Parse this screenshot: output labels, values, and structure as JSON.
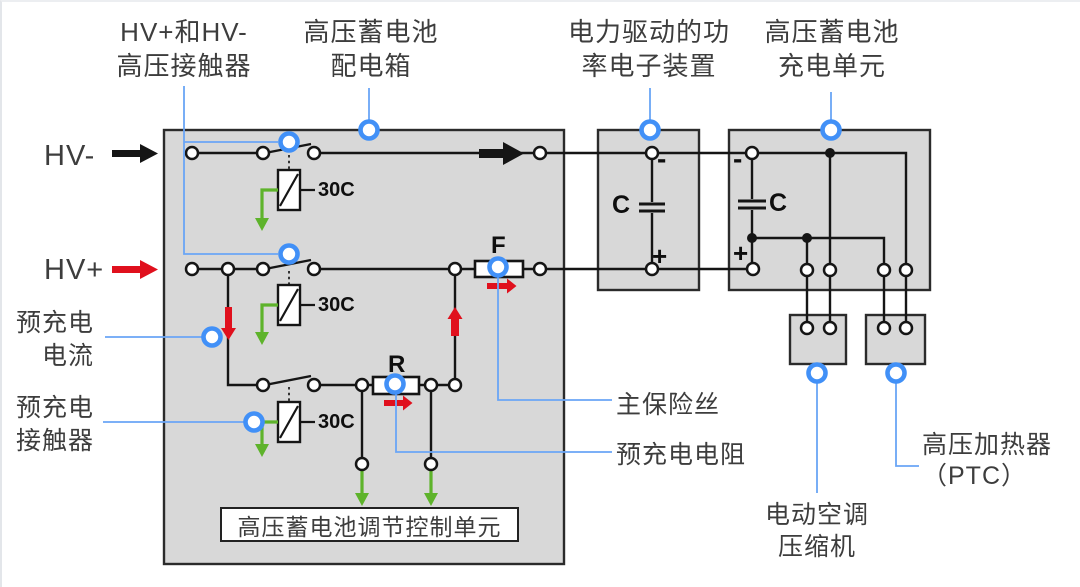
{
  "top_labels": {
    "hv_contactors": [
      "HV+和HV-",
      "高压接触器"
    ],
    "battery_distribution_box": [
      "高压蓄电池",
      "配电箱"
    ],
    "power_electronics": [
      "电力驱动的功",
      "率电子装置"
    ],
    "charging_unit": [
      "高压蓄电池",
      "充电单元"
    ]
  },
  "side_labels": {
    "hv_minus": "HV-",
    "hv_plus": "HV+",
    "precharge_current": [
      "预充电",
      "电流"
    ],
    "precharge_contactor": [
      "预充电",
      "接触器"
    ],
    "main_fuse": "主保险丝",
    "precharge_resistor": "预充电电阻",
    "hv_heater": [
      "高压加热器",
      "（PTC）"
    ],
    "ac_compressor": [
      "电动空调",
      "压缩机"
    ]
  },
  "components": {
    "relay1": "30C",
    "relay2": "30C",
    "relay3": "30C",
    "fuse": "F",
    "resistor": "R",
    "capacitor_pe": "C",
    "capacitor_chg": "C",
    "pe_minus": "-",
    "pe_plus": "+",
    "chg_minus": "-",
    "chg_plus": "+",
    "control_unit": "高压蓄电池调节控制单元"
  },
  "colors": {
    "box_gray": "#d8d8d8",
    "wire_black": "#151515",
    "hotspot_blue": "#4190f7",
    "callout_blue": "#6aa5f6",
    "green_arrow": "#5eb32b",
    "red_arrow": "#e0101d",
    "label_gray": "#3d3d3d"
  }
}
